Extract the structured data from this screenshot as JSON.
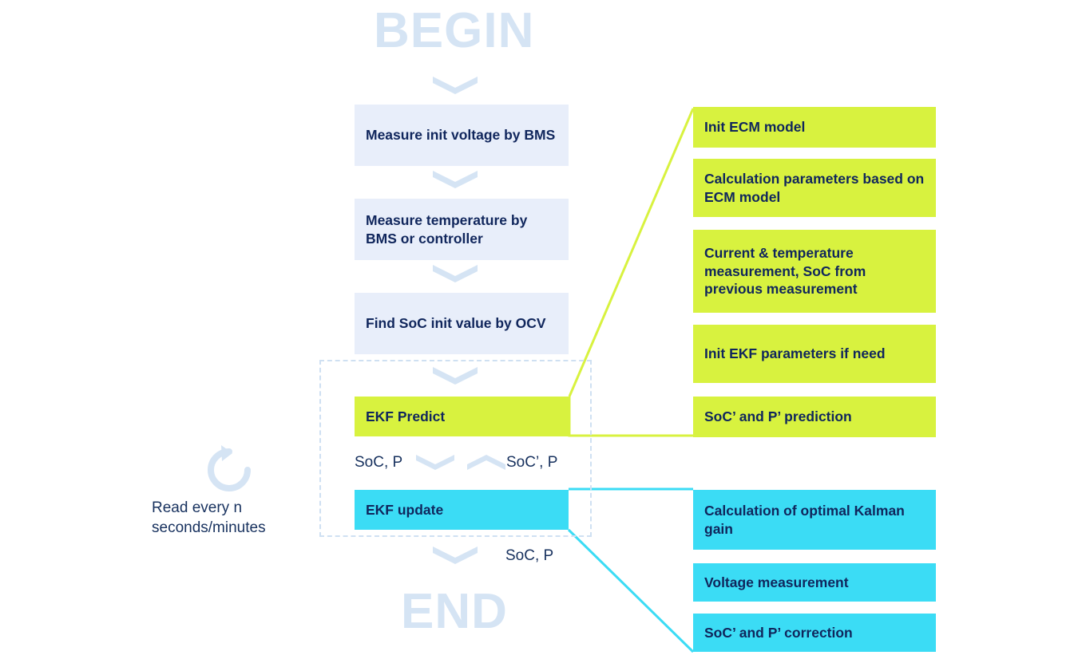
{
  "diagram": {
    "title_start": "BEGIN",
    "title_end": "END",
    "colors": {
      "light_blue": "#e8eefa",
      "green": "#d8f23f",
      "cyan": "#3bdcf5",
      "text_navy": "#10265c",
      "pale_blue": "#d5e4f4"
    }
  },
  "main_flow": {
    "steps": [
      {
        "id": "measure-init-voltage",
        "label": "Measure init voltage by BMS",
        "style": "light_blue"
      },
      {
        "id": "measure-temperature",
        "label": "Measure temperature by BMS or controller",
        "style": "light_blue"
      },
      {
        "id": "find-soc-init",
        "label": "Find SoC init value by OCV",
        "style": "light_blue"
      },
      {
        "id": "ekf-predict",
        "label": "EKF Predict",
        "style": "green"
      },
      {
        "id": "ekf-update",
        "label": "EKF update",
        "style": "cyan"
      }
    ]
  },
  "flow_labels": {
    "predict_in": "SoC, P",
    "predict_out": "SoC’, P",
    "update_out": "SoC, P"
  },
  "loop_note": {
    "icon": "refresh-loop-icon",
    "text": "Read every n seconds/minutes"
  },
  "predict_detail": {
    "accent": "#d8f23f",
    "items": [
      "Init ECM model",
      "Calculation parameters based on ECM model",
      "Current & temperature measurement, SoC from previous measurement",
      "Init EKF parameters if need",
      "SoC’ and P’ prediction"
    ]
  },
  "update_detail": {
    "accent": "#3bdcf5",
    "items": [
      "Calculation of optimal Kalman gain",
      "Voltage measurement",
      "SoC’ and P’ correction"
    ]
  }
}
